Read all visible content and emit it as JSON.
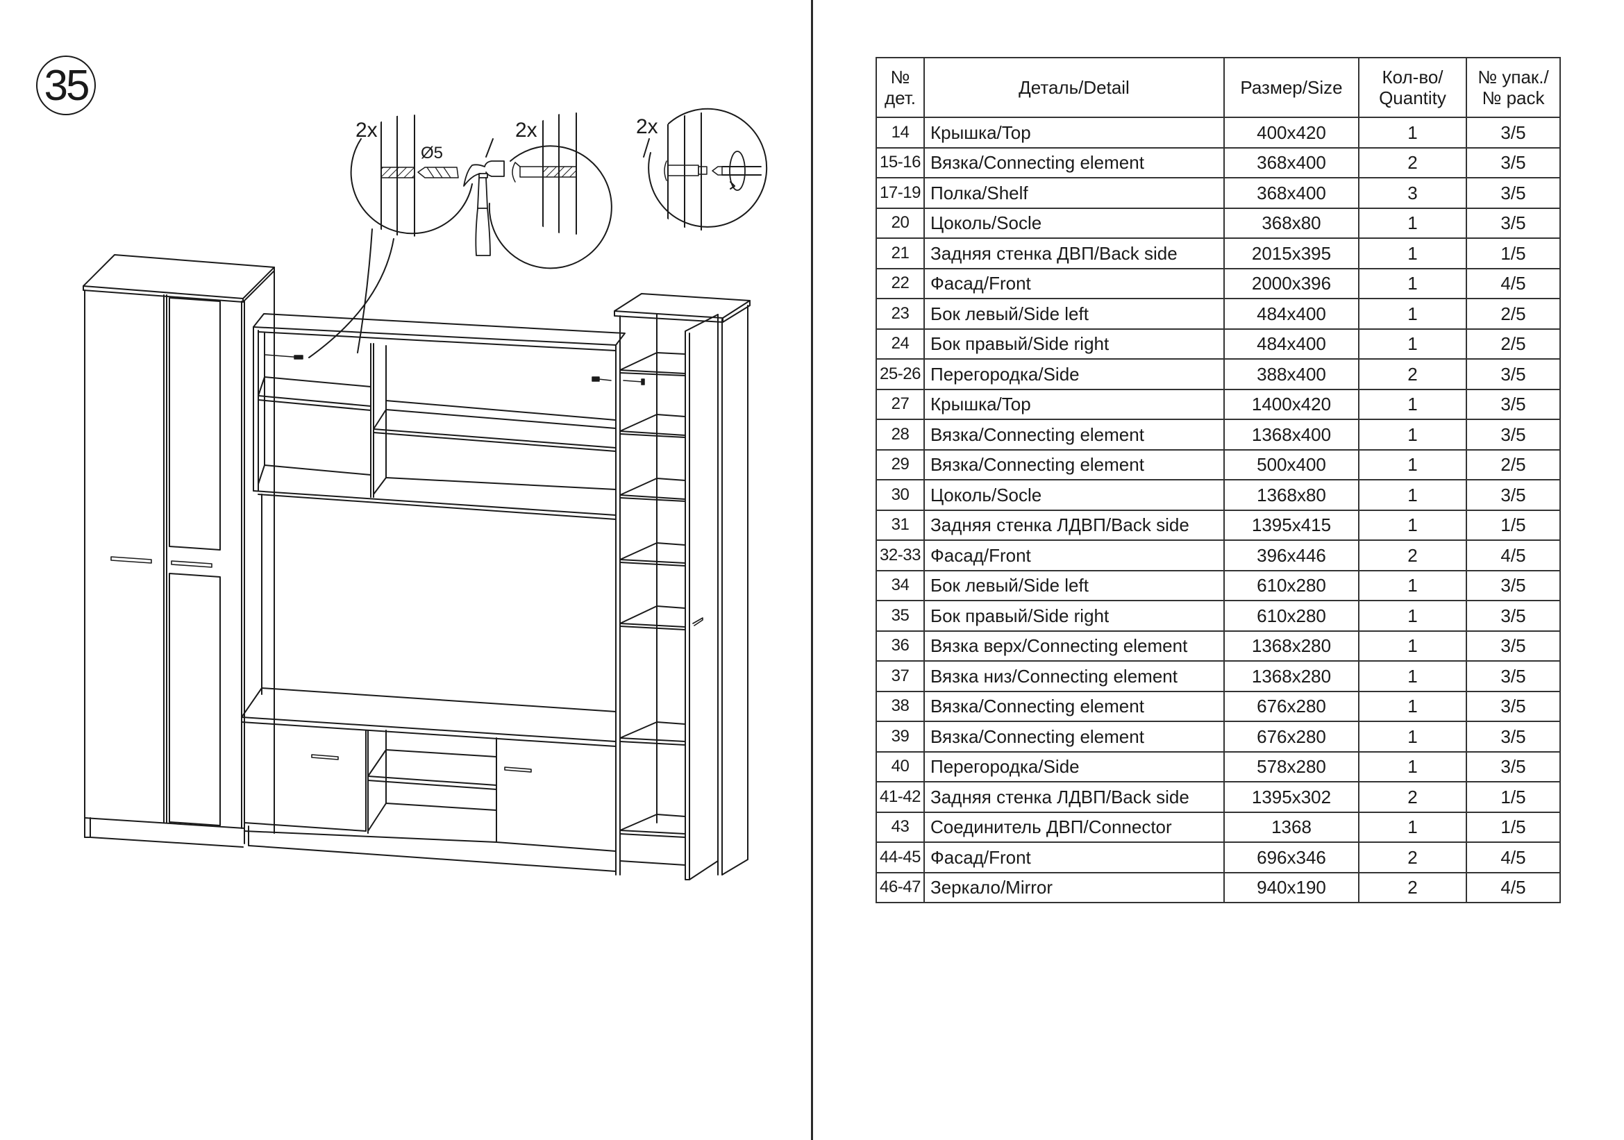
{
  "step": {
    "number": "35"
  },
  "callouts": [
    {
      "quantity": "2x",
      "label": "Ø5",
      "action": "drill hole"
    },
    {
      "quantity": "2x",
      "label": "",
      "action": "hammer dowel"
    },
    {
      "quantity": "2x",
      "label": "",
      "action": "screw in"
    }
  ],
  "parts_table": {
    "headers": {
      "no": [
        "№",
        "дет."
      ],
      "detail": "Деталь/Detail",
      "size": "Размер/Size",
      "quantity": [
        "Кол-во/",
        "Quantity"
      ],
      "pack": [
        "№ упак./",
        "№ pack"
      ]
    },
    "rows": [
      {
        "no": "14",
        "detail": "Крышка/Top",
        "size": "400x420",
        "qty": "1",
        "pack": "3/5"
      },
      {
        "no": "15-16",
        "detail": "Вязка/Connecting element",
        "size": "368x400",
        "qty": "2",
        "pack": "3/5"
      },
      {
        "no": "17-19",
        "detail": "Полка/Shelf",
        "size": "368x400",
        "qty": "3",
        "pack": "3/5"
      },
      {
        "no": "20",
        "detail": "Цоколь/Socle",
        "size": "368x80",
        "qty": "1",
        "pack": "3/5"
      },
      {
        "no": "21",
        "detail": "Задняя стенка ДВП/Back side",
        "size": "2015x395",
        "qty": "1",
        "pack": "1/5"
      },
      {
        "no": "22",
        "detail": "Фасад/Front",
        "size": "2000x396",
        "qty": "1",
        "pack": "4/5"
      },
      {
        "no": "23",
        "detail": "Бок левый/Side left",
        "size": "484x400",
        "qty": "1",
        "pack": "2/5"
      },
      {
        "no": "24",
        "detail": "Бок правый/Side right",
        "size": "484x400",
        "qty": "1",
        "pack": "2/5"
      },
      {
        "no": "25-26",
        "detail": "Перегородка/Side",
        "size": "388x400",
        "qty": "2",
        "pack": "3/5"
      },
      {
        "no": "27",
        "detail": "Крышка/Top",
        "size": "1400x420",
        "qty": "1",
        "pack": "3/5"
      },
      {
        "no": "28",
        "detail": "Вязка/Connecting element",
        "size": "1368x400",
        "qty": "1",
        "pack": "3/5"
      },
      {
        "no": "29",
        "detail": "Вязка/Connecting element",
        "size": "500x400",
        "qty": "1",
        "pack": "2/5"
      },
      {
        "no": "30",
        "detail": "Цоколь/Socle",
        "size": "1368x80",
        "qty": "1",
        "pack": "3/5"
      },
      {
        "no": "31",
        "detail": "Задняя стенка ЛДВП/Back side",
        "size": "1395x415",
        "qty": "1",
        "pack": "1/5"
      },
      {
        "no": "32-33",
        "detail": "Фасад/Front",
        "size": "396x446",
        "qty": "2",
        "pack": "4/5"
      },
      {
        "no": "34",
        "detail": "Бок левый/Side left",
        "size": "610x280",
        "qty": "1",
        "pack": "3/5"
      },
      {
        "no": "35",
        "detail": "Бок правый/Side right",
        "size": "610x280",
        "qty": "1",
        "pack": "3/5"
      },
      {
        "no": "36",
        "detail": "Вязка верх/Connecting element",
        "size": "1368x280",
        "qty": "1",
        "pack": "3/5"
      },
      {
        "no": "37",
        "detail": "Вязка низ/Connecting element",
        "size": "1368x280",
        "qty": "1",
        "pack": "3/5"
      },
      {
        "no": "38",
        "detail": "Вязка/Connecting element",
        "size": "676x280",
        "qty": "1",
        "pack": "3/5"
      },
      {
        "no": "39",
        "detail": "Вязка/Connecting element",
        "size": "676x280",
        "qty": "1",
        "pack": "3/5"
      },
      {
        "no": "40",
        "detail": "Перегородка/Side",
        "size": "578x280",
        "qty": "1",
        "pack": "3/5"
      },
      {
        "no": "41-42",
        "detail": "Задняя стенка ЛДВП/Back side",
        "size": "1395x302",
        "qty": "2",
        "pack": "1/5"
      },
      {
        "no": "43",
        "detail": "Соединитель ДВП/Connector",
        "size": "1368",
        "qty": "1",
        "pack": "1/5"
      },
      {
        "no": "44-45",
        "detail": "Фасад/Front",
        "size": "696x346",
        "qty": "2",
        "pack": "4/5"
      },
      {
        "no": "46-47",
        "detail": "Зеркало/Mirror",
        "size": "940x190",
        "qty": "2",
        "pack": "4/5"
      }
    ]
  },
  "colors": {
    "ink": "#1a1a1a",
    "line": "#333333",
    "paper": "#ffffff"
  }
}
